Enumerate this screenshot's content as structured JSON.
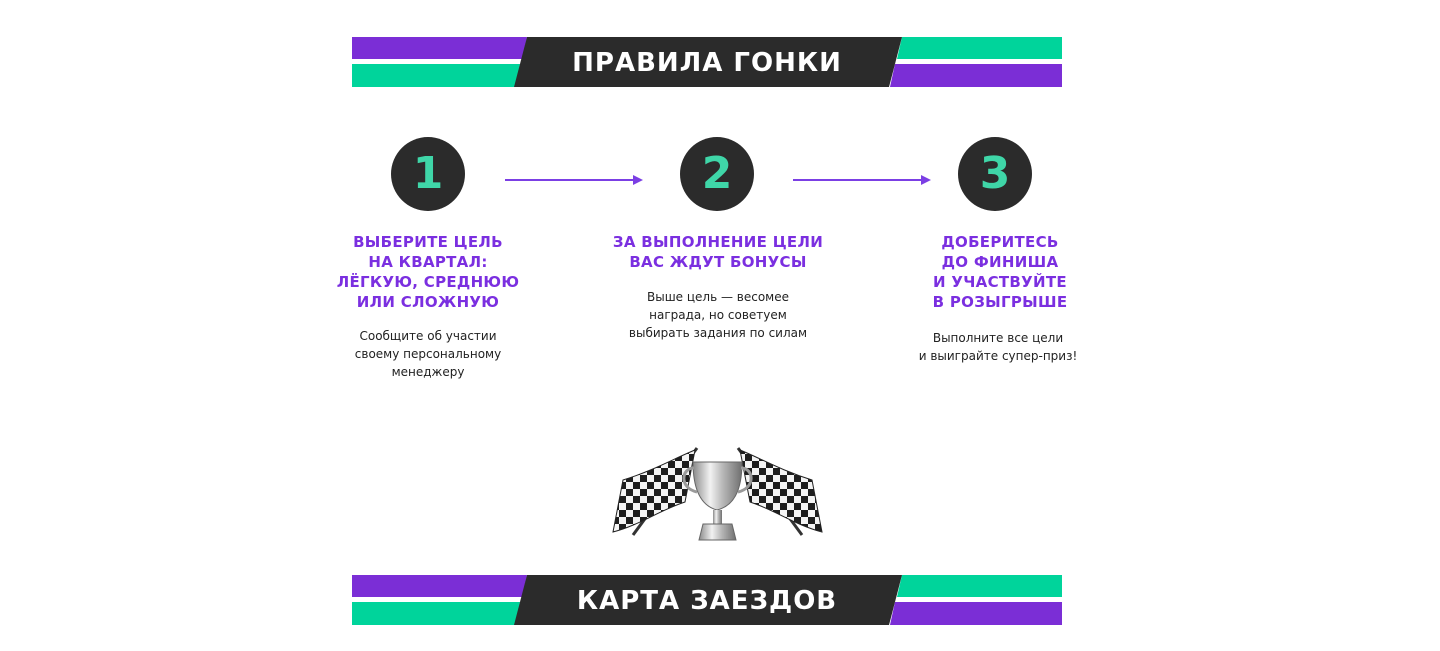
{
  "colors": {
    "purple": "#7b2ed6",
    "green": "#00d49b",
    "dark": "#2b2b2b",
    "step_number": "#3fd6a8",
    "title_text": "#7b2fe0",
    "arrow": "#7b3fe4"
  },
  "header": {
    "title": "ПРАВИЛА ГОНКИ"
  },
  "steps": [
    {
      "number": "1",
      "title": "ВЫБЕРИТЕ ЦЕЛЬ\nНА КВАРТАЛ:\nЛЁГКУЮ, СРЕДНЮЮ\nИЛИ СЛОЖНУЮ",
      "description": "Сообщите об участии\nсвоему персональному\nменеджеру"
    },
    {
      "number": "2",
      "title": "ЗА ВЫПОЛНЕНИЕ ЦЕЛИ\nВАС ЖДУТ БОНУСЫ",
      "description": "Выше цель — весомее\nнаграда, но советуем\nвыбирать задания по силам"
    },
    {
      "number": "3",
      "title": "ДОБЕРИТЕСЬ\nДО ФИНИША\nИ УЧАСТВУЙТЕ\nВ РОЗЫГРЫШЕ",
      "description": "Выполните все цели\nи выиграйте супер-приз!"
    }
  ],
  "illustration": {
    "icon": "trophy-with-checkered-flags-icon"
  },
  "footer": {
    "title": "КАРТА ЗАЕЗДОВ"
  }
}
